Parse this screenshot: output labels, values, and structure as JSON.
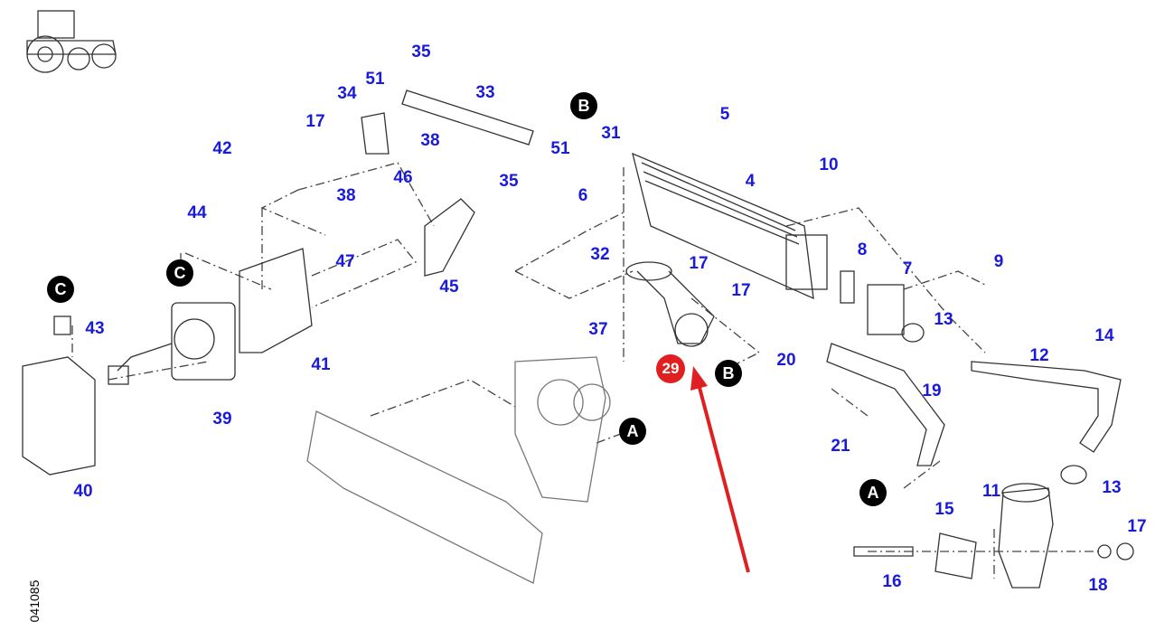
{
  "diagram": {
    "drawing_code": "041085",
    "label_color": "#1a1adb",
    "highlight_color": "#e02020",
    "arrow_color": "#e02020",
    "icons": [
      "tractor-icon"
    ],
    "part_labels": [
      "35",
      "51",
      "34",
      "33",
      "17",
      "38",
      "51",
      "35",
      "5",
      "31",
      "42",
      "10",
      "38",
      "46",
      "4",
      "6",
      "44",
      "47",
      "32",
      "17",
      "8",
      "9",
      "7",
      "45",
      "17",
      "43",
      "13",
      "37",
      "12",
      "14",
      "41",
      "20",
      "19",
      "39",
      "21",
      "40",
      "11",
      "15",
      "13",
      "17",
      "16",
      "18"
    ],
    "reference_markers": [
      "B",
      "B",
      "C",
      "C",
      "A",
      "A"
    ],
    "highlighted_part": "29"
  }
}
